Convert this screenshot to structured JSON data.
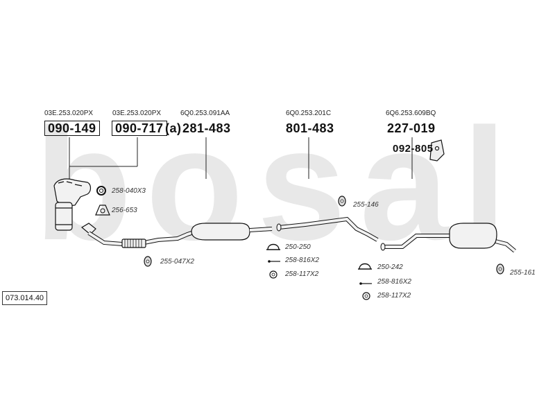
{
  "catalog_number": "073.014.40",
  "watermark_text": "bosal",
  "colors": {
    "ink": "#111111",
    "watermark": "#e6e6e6",
    "pipe_fill": "#f2f2f2"
  },
  "groups": [
    {
      "ref": "03E.253.020PX",
      "number": "090-149",
      "boxed": true,
      "suffix": ""
    },
    {
      "ref": "03E.253.020PX",
      "number": "090-717",
      "boxed": true,
      "suffix": "(a)"
    },
    {
      "ref": "6Q0.253.091AA",
      "number": "281-483",
      "boxed": false,
      "suffix": ""
    },
    {
      "ref": "6Q0.253.201C",
      "number": "801-483",
      "boxed": false,
      "suffix": ""
    },
    {
      "ref": "6Q6.253.609BQ",
      "number": "227-019",
      "boxed": false,
      "suffix": ""
    }
  ],
  "bracket_part": {
    "number": "092-805",
    "icon": "mounting-bracket-icon"
  },
  "fittings": [
    {
      "code": "258-040X3",
      "icon": "gasket-ring-icon"
    },
    {
      "code": "256-653",
      "icon": "flange-gasket-icon"
    },
    {
      "code": "255-047X2",
      "icon": "rubber-hanger-icon"
    },
    {
      "code": "250-250",
      "icon": "clamp-icon"
    },
    {
      "code": "258-816X2",
      "icon": "bolt-icon"
    },
    {
      "code": "258-117X2",
      "icon": "spring-ring-icon"
    },
    {
      "code": "255-146",
      "icon": "rubber-hanger-icon"
    },
    {
      "code": "250-242",
      "icon": "clamp-icon"
    },
    {
      "code": "258-816X2",
      "icon": "bolt-icon"
    },
    {
      "code": "258-117X2",
      "icon": "spring-ring-icon"
    },
    {
      "code": "255-161",
      "icon": "rubber-hanger-icon"
    }
  ]
}
